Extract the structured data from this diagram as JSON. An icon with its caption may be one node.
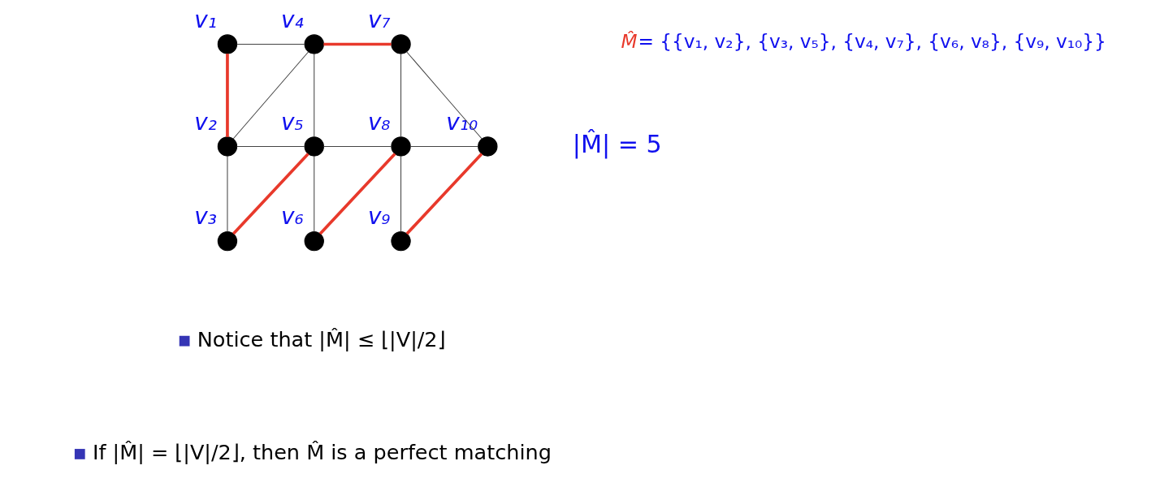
{
  "diagram": {
    "nodes": [
      {
        "text": [],
        "shape": "circle",
        "beside": [
          "v₁"
        ]
      },
      {
        "text": [],
        "shape": "circle",
        "beside": [
          "v₂"
        ]
      },
      {
        "text": [],
        "shape": "circle",
        "beside": [
          "v₃"
        ]
      },
      {
        "text": [],
        "shape": "circle",
        "beside": [
          "v₄"
        ]
      },
      {
        "text": [],
        "shape": "circle",
        "beside": [
          "v₅"
        ]
      },
      {
        "text": [],
        "shape": "circle",
        "beside": [
          "v₆"
        ]
      },
      {
        "text": [],
        "shape": "circle",
        "beside": [
          "v₇"
        ]
      },
      {
        "text": [],
        "shape": "circle",
        "beside": [
          "v₈"
        ]
      },
      {
        "text": [],
        "shape": "circle",
        "beside": [
          "v₉"
        ]
      },
      {
        "text": [],
        "shape": "circle",
        "beside": [
          "v₁₀"
        ]
      }
    ],
    "edges": [
      {
        "from": 0,
        "to": 3,
        "arrow": "none"
      },
      {
        "from": 3,
        "to": 6,
        "arrow": "none",
        "style": "thick",
        "color": "#e8392b"
      },
      {
        "from": 0,
        "to": 1,
        "arrow": "none",
        "style": "thick",
        "color": "#e8392b"
      },
      {
        "from": 3,
        "to": 1,
        "arrow": "none"
      },
      {
        "from": 3,
        "to": 4,
        "arrow": "none"
      },
      {
        "from": 6,
        "to": 7,
        "arrow": "none"
      },
      {
        "from": 6,
        "to": 9,
        "arrow": "none"
      },
      {
        "from": 1,
        "to": 4,
        "arrow": "none"
      },
      {
        "from": 4,
        "to": 7,
        "arrow": "none"
      },
      {
        "from": 7,
        "to": 9,
        "arrow": "none"
      },
      {
        "from": 1,
        "to": 2,
        "arrow": "none"
      },
      {
        "from": 4,
        "to": 2,
        "arrow": "none",
        "style": "thick",
        "color": "#e8392b"
      },
      {
        "from": 4,
        "to": 5,
        "arrow": "none"
      },
      {
        "from": 7,
        "to": 5,
        "arrow": "none",
        "style": "thick",
        "color": "#e8392b"
      },
      {
        "from": 7,
        "to": 8,
        "arrow": "none"
      },
      {
        "from": 9,
        "to": 8,
        "arrow": "none",
        "style": "thick",
        "color": "#e8392b"
      }
    ],
    "labels": [
      "M̂= {{v₁, v₂}, {v₃, v₅}, {v₄, v₇}, {v₆, v₈}, {v₉, v₁₀}}",
      "|M̂| = 5",
      "Notice that |M̂| ≤ ⌊|V|/2⌋",
      "If |M̂| = ⌊|V|/2⌋, then M̂ is a perfect matching"
    ]
  }
}
